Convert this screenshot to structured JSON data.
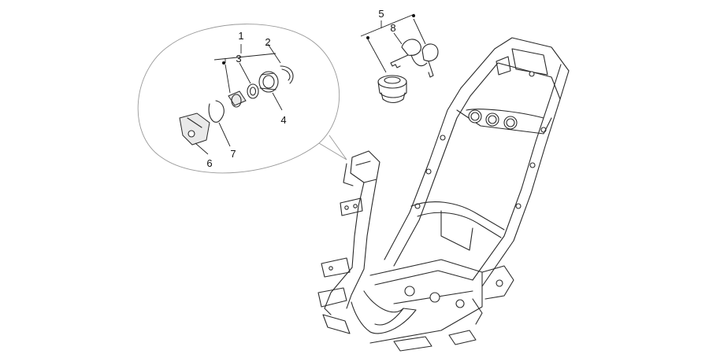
{
  "diagram": {
    "callouts": [
      {
        "id": "c1",
        "text": "1"
      },
      {
        "id": "c2",
        "text": "2"
      },
      {
        "id": "c3",
        "text": "3"
      },
      {
        "id": "c4",
        "text": "4"
      },
      {
        "id": "c5",
        "text": "5"
      },
      {
        "id": "c6",
        "text": "6"
      },
      {
        "id": "c7",
        "text": "7"
      },
      {
        "id": "c8",
        "text": "8"
      }
    ]
  },
  "colors": {
    "line": "#2a2a2a",
    "guide": "#999999",
    "background": "#ffffff"
  }
}
